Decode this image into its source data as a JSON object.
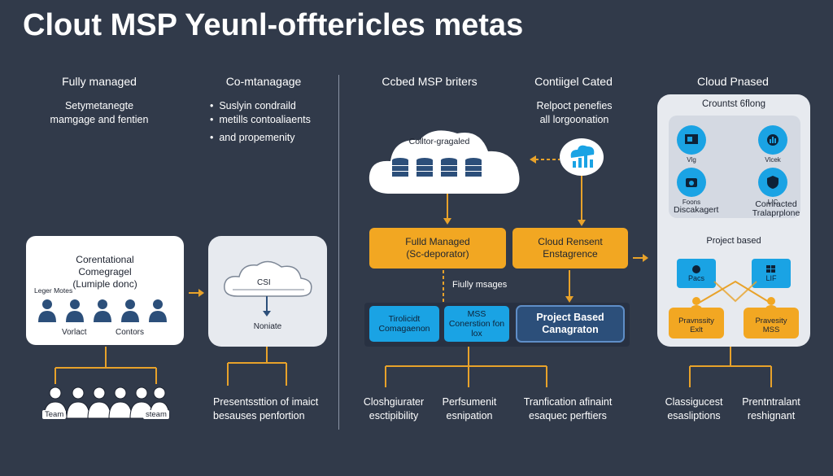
{
  "title": "Clout  MSP  Yeunl-offtericles metas",
  "colors": {
    "background": "#313a4a",
    "orange": "#f2a722",
    "blue": "#1aa3e4",
    "dark_blue": "#2c4f7a"
  },
  "col1": {
    "header": "Fully managed",
    "desc": [
      "Setymetanegte",
      "mamgage and fentien"
    ],
    "card": {
      "title_lines": [
        "Corentational",
        "Comegragel",
        "(Lumiple donc)"
      ],
      "small_label": "Leger Motes",
      "label_left": "Vorlact",
      "label_right": "Contors"
    },
    "team_left": "Team",
    "team_right": "steam"
  },
  "col2": {
    "header": "Co-mtanagage",
    "bullets": [
      "Suslyin condraild",
      "metills contoaliaents",
      "and propemenity"
    ],
    "card": {
      "cloud_label": "CSI",
      "bottom_label": "Noniate"
    },
    "caption": [
      "Presentssttion of imaict",
      "besauses penfortion"
    ]
  },
  "right": {
    "header1": "Ccbed MSP briters",
    "header2": "Contiigel Cated",
    "header3": "Cloud Pnased",
    "note": [
      "Relpoct penefies",
      "all lorgoonation"
    ],
    "cloud_label": "Colltor-gragaled",
    "orange_left": [
      "Fulld Managed",
      "(Sc-deporator)"
    ],
    "orange_right": [
      "Cloud Rensent",
      "Enstagrence"
    ],
    "mid_label": "Fiully msages",
    "blue_left": [
      "Tirolicidt",
      "Comagaenon"
    ],
    "blue_mid": [
      "MSS",
      "Conerstion fon",
      "lox"
    ],
    "dark_box": [
      "Project Based",
      "Canagraton"
    ],
    "bottom": [
      [
        "Closhgiurater",
        "esctipibility"
      ],
      [
        "Perfsumenit",
        "esnipation"
      ],
      [
        "Tranfication afinaint",
        "esaquec perftiers"
      ]
    ]
  },
  "panel": {
    "title": "Crountst 6flong",
    "icons": [
      {
        "label": "Vlg",
        "icon": "dashboard-icon"
      },
      {
        "label": "Vlcek",
        "icon": "analytics-icon"
      },
      {
        "label": "Foons",
        "icon": "camera-icon"
      },
      {
        "label": "LIC",
        "icon": "security-icon"
      }
    ],
    "label_left": "Discakagert",
    "label_right": [
      "Comracted",
      "Tralaprplone"
    ],
    "project": "Project based",
    "sq_left": "Pacs",
    "sq_right": "LIF",
    "person_left": [
      "Pravnssity",
      "Exlt"
    ],
    "person_right": [
      "Pravesity",
      "MSS"
    ]
  },
  "far_bottom": [
    [
      "Classigucest",
      "esasliptions"
    ],
    [
      "Prentntralant",
      "reshignant"
    ]
  ]
}
